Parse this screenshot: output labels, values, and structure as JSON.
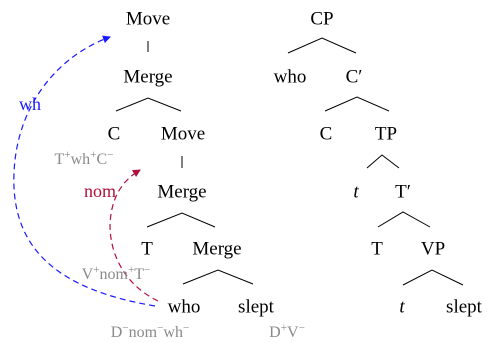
{
  "colors": {
    "line": "#000000",
    "feature": "#8a8a8a",
    "wh_arrow": "#1a1aff",
    "nom_arrow": "#b0103a"
  },
  "derivation_tree": {
    "root": "Move",
    "merge_1": "Merge",
    "c": "C",
    "move_2": "Move",
    "c_features": [
      "T",
      "+",
      "wh",
      "+",
      "C",
      "−"
    ],
    "merge_2": "Merge",
    "t": "T",
    "merge_3": "Merge",
    "t_features": [
      "V",
      "+",
      "nom",
      "+",
      "T",
      "−"
    ],
    "who": "who",
    "slept": "slept",
    "who_features": [
      "D",
      "−",
      "nom",
      "−",
      "wh",
      "−"
    ],
    "slept_features": [
      "D",
      "+",
      "V",
      "−"
    ],
    "wh_arrow_label": "wh",
    "nom_arrow_label": "nom"
  },
  "phrase_tree": {
    "cp": "CP",
    "who": "who",
    "c_bar": "C′",
    "c": "C",
    "tp": "TP",
    "trace_1": "t",
    "t_bar": "T′",
    "t": "T",
    "vp": "VP",
    "trace_2": "t",
    "slept": "slept"
  }
}
